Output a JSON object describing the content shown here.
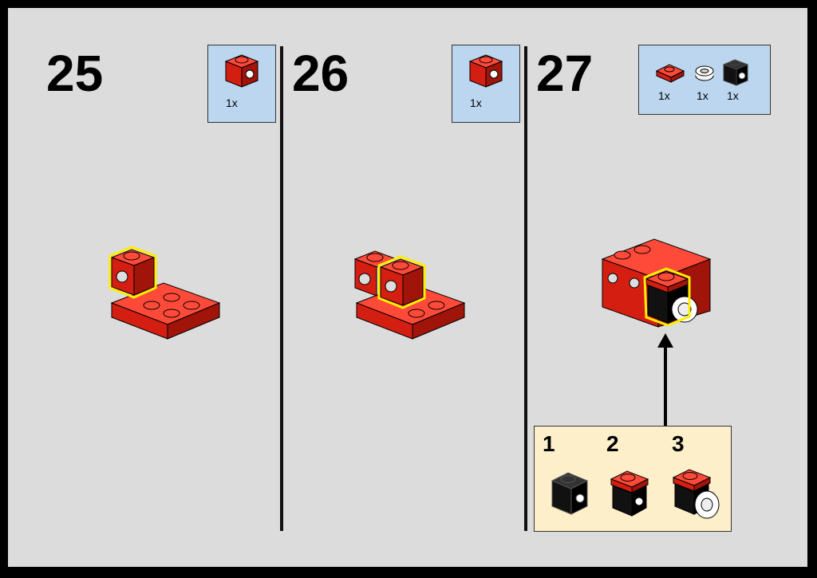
{
  "steps": [
    {
      "number": "25",
      "parts": [
        {
          "qty": "1x",
          "part": "red-brick-1x1-with-technic-hole"
        }
      ]
    },
    {
      "number": "26",
      "parts": [
        {
          "qty": "1x",
          "part": "red-brick-1x1-with-technic-hole"
        }
      ]
    },
    {
      "number": "27",
      "parts": [
        {
          "qty": "1x",
          "part": "red-plate-1x2"
        },
        {
          "qty": "1x",
          "part": "white-wheel-rim"
        },
        {
          "qty": "1x",
          "part": "black-brick-1x1-with-technic-hole"
        }
      ],
      "substeps": [
        "1",
        "2",
        "3"
      ]
    }
  ],
  "colors": {
    "page": "#dcdcdc",
    "parts_box": "#bcd6ef",
    "substep_box": "#fcefc9",
    "brick_red": "#d41e12",
    "highlight": "#ffee00"
  }
}
